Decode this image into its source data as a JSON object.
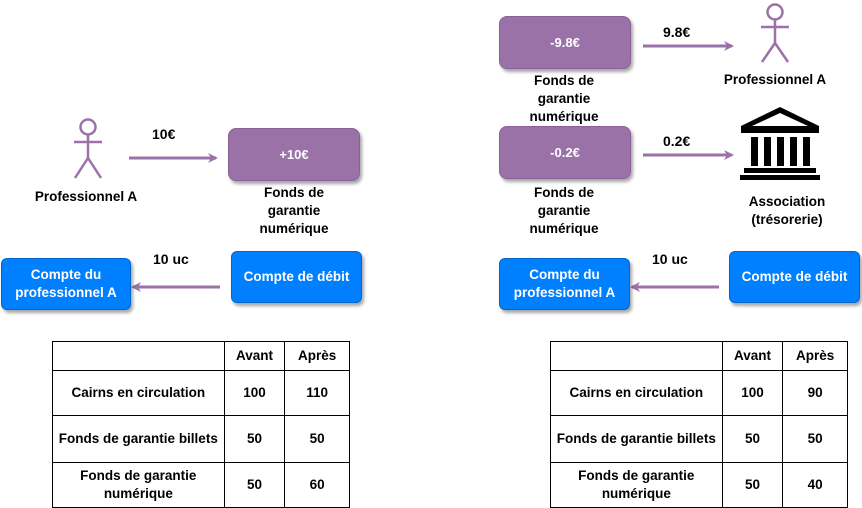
{
  "left": {
    "person_label": "Professionnel A",
    "arrow_top_label": "10€",
    "fund_box_value": "+10€",
    "fund_label": "Fonds de garantie numérique",
    "arrow_bottom_label": "10 uc",
    "account_pro": "Compte du professionnel A",
    "account_debit": "Compte de débit",
    "table": {
      "headers": [
        "",
        "Avant",
        "Après"
      ],
      "rows": [
        [
          "Cairns en circulation",
          "100",
          "110"
        ],
        [
          "Fonds de garantie billets",
          "50",
          "50"
        ],
        [
          "Fonds de garantie numérique",
          "50",
          "60"
        ]
      ]
    }
  },
  "right": {
    "fund_box_1_value": "-9.8€",
    "fund_label_1": "Fonds de garantie numérique",
    "arrow_1_label": "9.8€",
    "person_label": "Professionnel A",
    "fund_box_2_value": "-0.2€",
    "fund_label_2": "Fonds de garantie numérique",
    "arrow_2_label": "0.2€",
    "bank_label": "Association (trésorerie)",
    "arrow_bottom_label": "10 uc",
    "account_pro": "Compte du professionnel A",
    "account_debit": "Compte de débit",
    "table": {
      "headers": [
        "",
        "Avant",
        "Après"
      ],
      "rows": [
        [
          "Cairns en circulation",
          "100",
          "90"
        ],
        [
          "Fonds de garantie billets",
          "50",
          "50"
        ],
        [
          "Fonds de garantie numérique",
          "50",
          "40"
        ]
      ]
    }
  },
  "colors": {
    "purple": "#9b72a8",
    "blue": "#007fff",
    "arrow": "#9b72a8"
  }
}
